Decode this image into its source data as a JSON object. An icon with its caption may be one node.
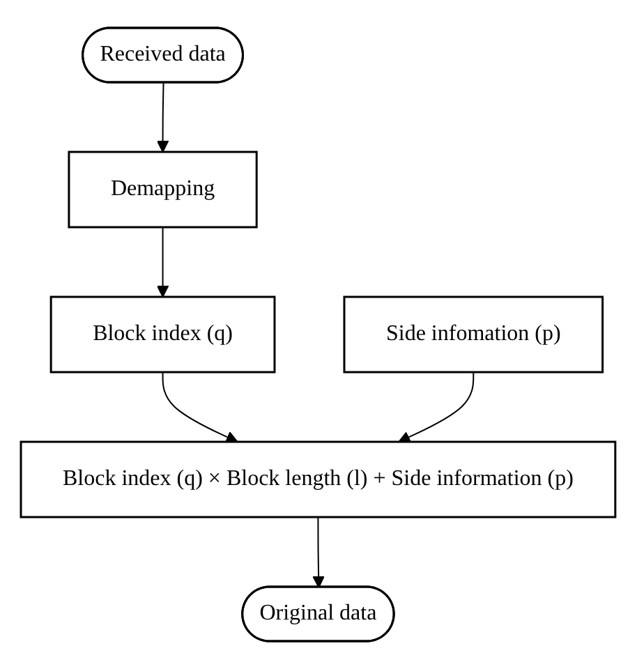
{
  "diagram": {
    "nodes": [
      {
        "text": [
          "Received data"
        ]
      },
      {
        "text": [
          "Demapping"
        ]
      },
      {
        "text": [
          "Block index (q)"
        ]
      },
      {
        "text": [
          "Side infomation (p)"
        ]
      },
      {
        "text": [
          "Block index (q) × Block length (l) + Side information (p)"
        ]
      },
      {
        "text": [
          "Original data"
        ]
      }
    ],
    "edges": [
      {
        "from": 0,
        "to": 1,
        "arrow": "to"
      },
      {
        "from": 1,
        "to": 2,
        "arrow": "to"
      },
      {
        "from": 2,
        "to": 4,
        "arrow": "to"
      },
      {
        "from": 3,
        "to": 4,
        "arrow": "to"
      },
      {
        "from": 4,
        "to": 5,
        "arrow": "to"
      }
    ]
  }
}
